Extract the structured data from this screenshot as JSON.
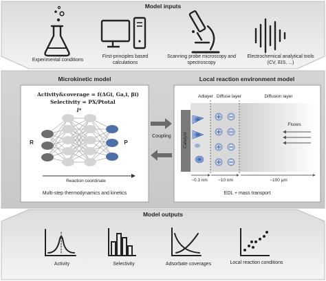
{
  "inputs": {
    "title": "Model inputs",
    "items": [
      {
        "icon": "flask-icon",
        "label": "Experimental conditions"
      },
      {
        "icon": "computer-icon",
        "label": "First-principles based calculations"
      },
      {
        "icon": "microscope-icon",
        "label": "Scanning probe microscopy and spectroscopy"
      },
      {
        "icon": "waveform-icon",
        "label": "Electrochemical analytical tools (CV, EIS, ...)"
      }
    ]
  },
  "microkinetic": {
    "title": "Microkinetic model",
    "formula1": "Activity&coverage = f(ΔGi, Ga,i, βi)",
    "formula2": "Selectivity = PX/Ptotal",
    "transition_state": "I*",
    "reactant": "R",
    "product": "P",
    "axis_label": "Reaction coordinate",
    "caption": "Multi-step thermodynamics and kinetics"
  },
  "coupling": {
    "label": "Coupling"
  },
  "local_env": {
    "title": "Local reaction environment model",
    "adlayer": "Adlayer",
    "diffuse_layer": "Diffuse layer",
    "diffusion_layer": "Diffusion layer",
    "catalyst": "Catalyst",
    "fluxes": "Fluxes",
    "dim1": "~0.3 nm",
    "dim2": "~10 nm",
    "dim3": "~100 μm",
    "caption": "EDL + mass transport"
  },
  "outputs": {
    "title": "Model outputs",
    "items": [
      {
        "icon": "activity-curve-icon",
        "label": "Activity"
      },
      {
        "icon": "selectivity-bars-icon",
        "label": "Selectivity"
      },
      {
        "icon": "coverage-curves-icon",
        "label": "Adsorbate coverages"
      },
      {
        "icon": "scatter-icon",
        "label": "Local reaction conditions"
      }
    ]
  }
}
